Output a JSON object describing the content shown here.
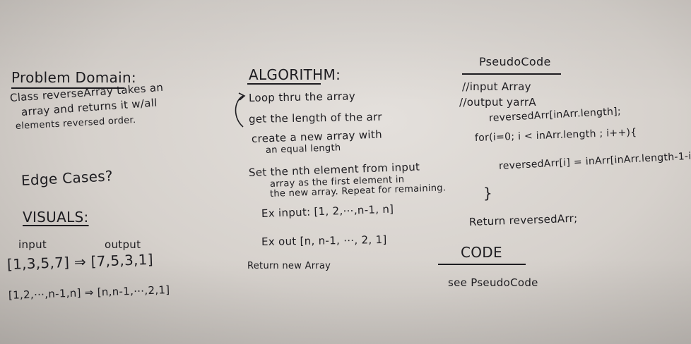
{
  "left": {
    "problem_domain_title": "Problem Domain:",
    "problem_lines": [
      "Class reverseArray takes an",
      "array and returns it w/all",
      "elements reversed order."
    ],
    "edge_cases": "Edge Cases?",
    "visuals_title": "VISUALS:",
    "input_label": "input",
    "output_label": "output",
    "example1": "[1,3,5,7] ⇒ [7,5,3,1]",
    "example2": "[1,2,⋯,n-1,n] ⇒ [n,n-1,⋯,2,1]"
  },
  "middle": {
    "title": "ALGORITHM:",
    "steps": [
      "Loop thru the array",
      "get the length of the arr",
      "create a new array with",
      "an equal length",
      "Set the nth element from input",
      "array as the first element in",
      "the new array. Repeat for remaining.",
      "Ex input: [1, 2,⋯,n-1, n]",
      "Ex out [n, n-1, ⋯, 2, 1]",
      "Return new Array"
    ]
  },
  "right": {
    "title": "PseudoCode",
    "input_line": "//input      Array",
    "output_line": "//output   yarrA",
    "code_lines": [
      "reversedArr[inArr.length];",
      "for(i=0; i < inArr.length ; i++){",
      "reversedArr[i] = inArr[inArr.length-1-i",
      "}",
      "Return reversedArr;"
    ],
    "code_title": "CODE",
    "see_pseudocode": "see PseudoCode"
  }
}
